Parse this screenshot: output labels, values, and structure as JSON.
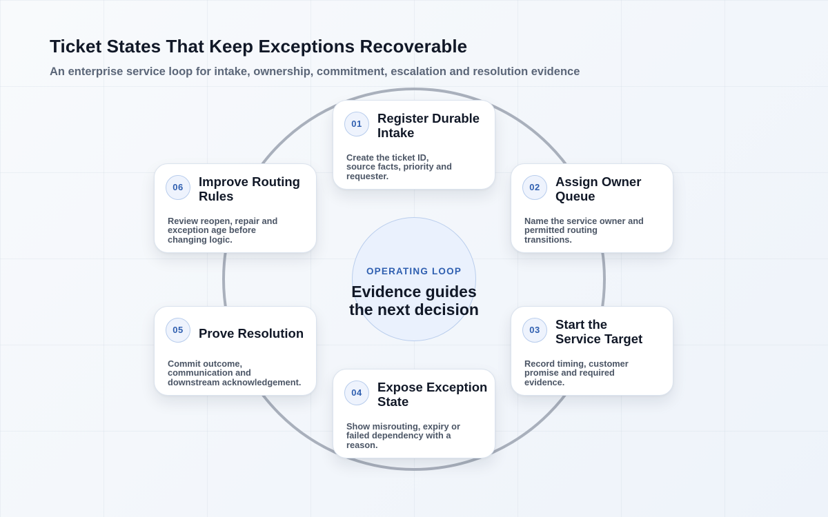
{
  "header": {
    "title": "Ticket States That Keep Exceptions Recoverable",
    "subtitle": "An enterprise service loop for intake, ownership, commitment, escalation and resolution evidence"
  },
  "hub": {
    "eyebrow": "OPERATING LOOP",
    "line1": "Evidence guides",
    "line2": "the next decision"
  },
  "steps": [
    {
      "number": "01",
      "title_line1": "Register Durable",
      "title_line2": "Intake",
      "desc_line1": "Create the ticket ID,",
      "desc_line2": "source facts, priority and",
      "desc_line3": "requester."
    },
    {
      "number": "02",
      "title_line1": "Assign Owner",
      "title_line2": "Queue",
      "desc_line1": "Name the service owner and",
      "desc_line2": "permitted routing",
      "desc_line3": "transitions."
    },
    {
      "number": "03",
      "title_line1": "Start the",
      "title_line2": "Service Target",
      "desc_line1": "Record timing, customer",
      "desc_line2": "promise and required",
      "desc_line3": "evidence."
    },
    {
      "number": "04",
      "title_line1": "Expose Exception",
      "title_line2": "State",
      "desc_line1": "Show misrouting, expiry or",
      "desc_line2": "failed dependency with a",
      "desc_line3": "reason."
    },
    {
      "number": "05",
      "title_line1": "Prove Resolution",
      "desc_line1": "Commit outcome,",
      "desc_line2": "communication and",
      "desc_line3": "downstream acknowledgement."
    },
    {
      "number": "06",
      "title_line1": "Improve Routing",
      "title_line2": "Rules",
      "desc_line1": "Review reopen, repair and",
      "desc_line2": "exception age before",
      "desc_line3": "changing logic."
    }
  ]
}
